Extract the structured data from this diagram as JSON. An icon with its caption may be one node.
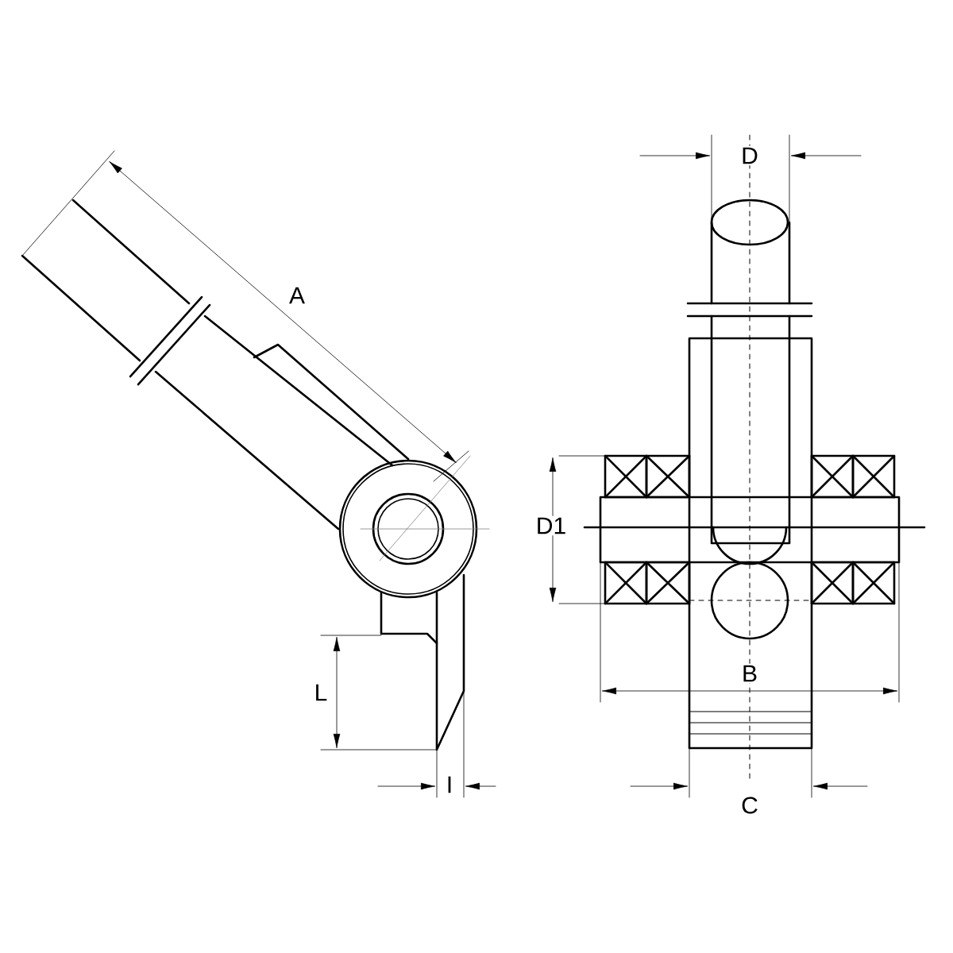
{
  "diagram": {
    "labels": [
      "D",
      "A",
      "D1",
      "B",
      "L",
      "I",
      "C"
    ]
  }
}
